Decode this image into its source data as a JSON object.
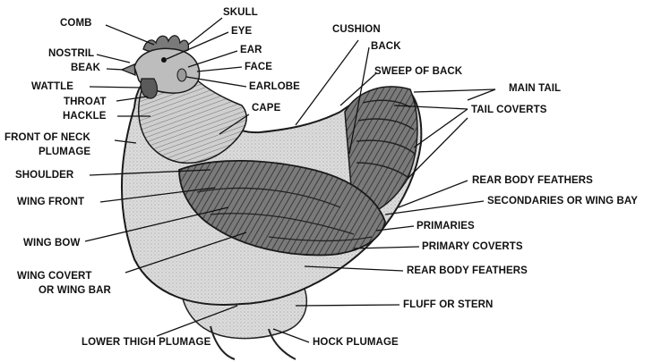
{
  "diagram": {
    "subject": "hen-anatomy",
    "colors": {
      "ink": "#111111",
      "body_fill": "#d9d9d9",
      "dark_feather": "#555555",
      "background": "#ffffff"
    },
    "labels": {
      "comb": "COMB",
      "skull": "SKULL",
      "eye": "EYE",
      "nostril": "NOSTRIL",
      "ear": "EAR",
      "beak": "BEAK",
      "face": "FACE",
      "wattle": "WATTLE",
      "earlobe": "EARLOBE",
      "throat": "THROAT",
      "hackle": "HACKLE",
      "cape": "CAPE",
      "front_of_neck_plumage_line1": "FRONT OF NECK",
      "front_of_neck_plumage_line2": "PLUMAGE",
      "shoulder": "SHOULDER",
      "wing_front": "WING FRONT",
      "wing_bow": "WING BOW",
      "wing_covert_line1": "WING COVERT",
      "wing_covert_line2": "OR WING BAR",
      "lower_thigh_plumage": "LOWER THIGH PLUMAGE",
      "hock_plumage": "HOCK PLUMAGE",
      "cushion": "CUSHION",
      "back": "BACK",
      "sweep_of_back": "SWEEP OF BACK",
      "main_tail": "MAIN TAIL",
      "tail_coverts": "TAIL COVERTS",
      "rear_body_feathers_upper": "REAR BODY FEATHERS",
      "secondaries": "SECONDARIES OR WING BAY",
      "primaries": "PRIMARIES",
      "primary_coverts": "PRIMARY COVERTS",
      "rear_body_feathers_lower": "REAR BODY FEATHERS",
      "fluff_or_stern": "FLUFF OR STERN"
    }
  }
}
